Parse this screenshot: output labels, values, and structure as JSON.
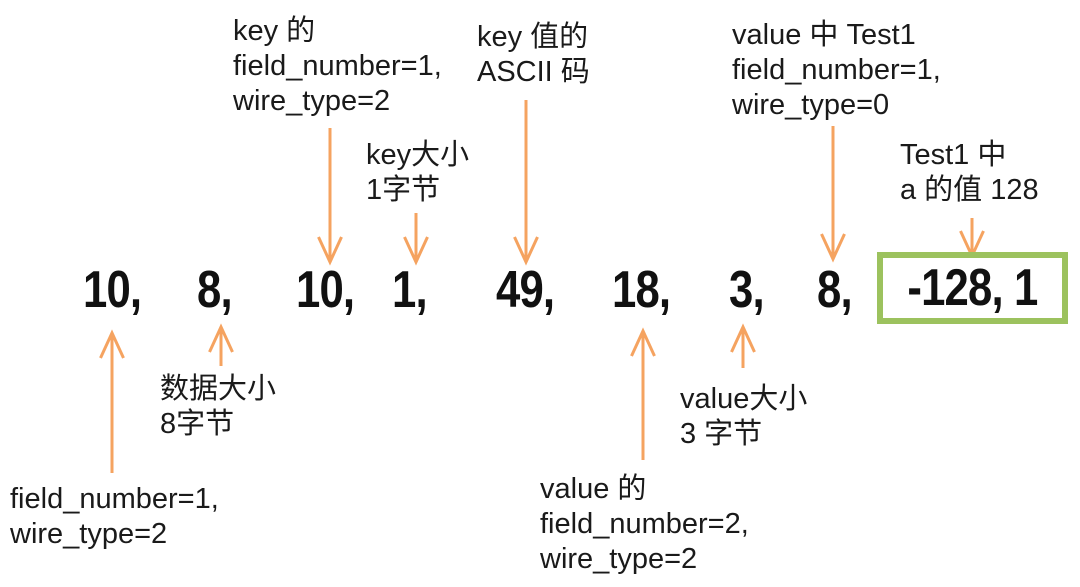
{
  "colors": {
    "arrow_orange": "#f5a360",
    "highlight_box_green": "#9cc25e",
    "text_black": "#1a1a1a"
  },
  "byte_row": {
    "tokens": {
      "t0": "10,",
      "t1": "8,",
      "t2": "10,",
      "t3": "1,",
      "t4": "49,",
      "t5": "18,",
      "t6": "3,",
      "t7": "8,"
    },
    "boxed_value": "-128, 1"
  },
  "annotations": {
    "key_field": {
      "l0": "key 的",
      "l1": "field_number=1,",
      "l2": "wire_type=2"
    },
    "key_size": {
      "l0": "key大小",
      "l1": "1字节"
    },
    "key_ascii": {
      "l0": "key 值的",
      "l1": "ASCII 码"
    },
    "value_test1_field": {
      "l0": "value 中 Test1",
      "l1": "field_number=1,",
      "l2": "wire_type=0"
    },
    "test1_a_value": {
      "l0": "Test1 中",
      "l1": "a 的值 128"
    },
    "data_size": {
      "l0": "数据大小",
      "l1": "8字节"
    },
    "first_field": {
      "l0": "field_number=1,",
      "l1": "wire_type=2"
    },
    "value_field": {
      "l0": "value 的",
      "l1": "field_number=2,",
      "l2": "wire_type=2"
    },
    "value_size": {
      "l0": "value大小",
      "l1": "3 字节"
    }
  }
}
